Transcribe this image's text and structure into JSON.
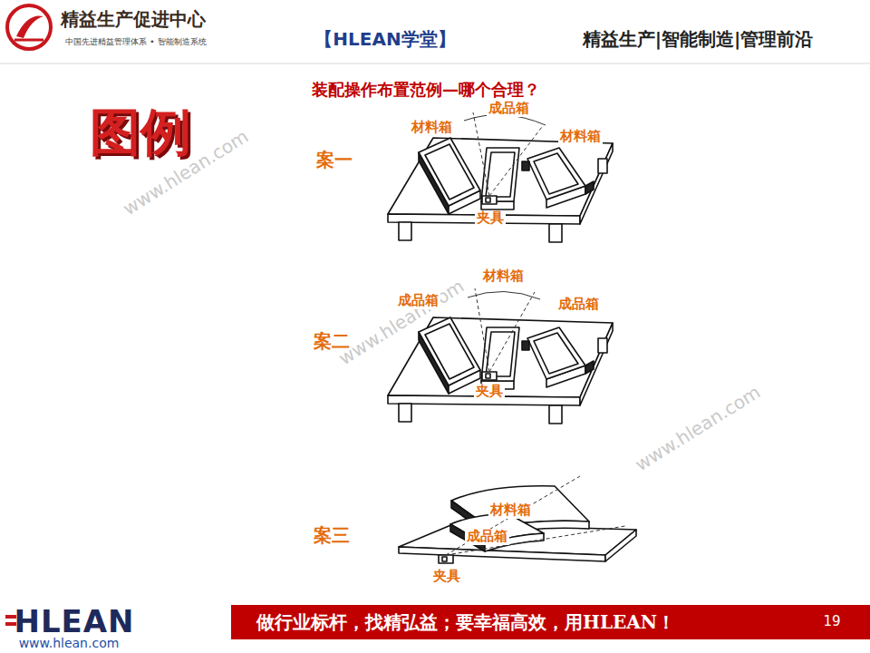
{
  "diagram": {
    "title": "装配操作布置范例—哪个合理？",
    "nodes": [
      {
        "text": [
          "做行业标杆，找精弘益；要幸福高效，用HLEAN！"
        ]
      }
    ],
    "labels": [
      "精益生产促进中心",
      "中国先进精益管理体系 • 智能制造系统",
      "【HLEAN学堂】",
      "精益生产|智能制造|管理前沿",
      "图例",
      "www.hlean.com",
      "案一",
      "成品箱",
      "材料箱",
      "材料箱",
      "夹具",
      "www.hlean.com",
      "案二",
      "材料箱",
      "成品箱",
      "成品箱",
      "夹具",
      "www.hlean.com",
      "案三",
      "材料箱",
      "成品箱",
      "夹具",
      "HLEAN",
      "www.hlean.com",
      "19"
    ]
  }
}
